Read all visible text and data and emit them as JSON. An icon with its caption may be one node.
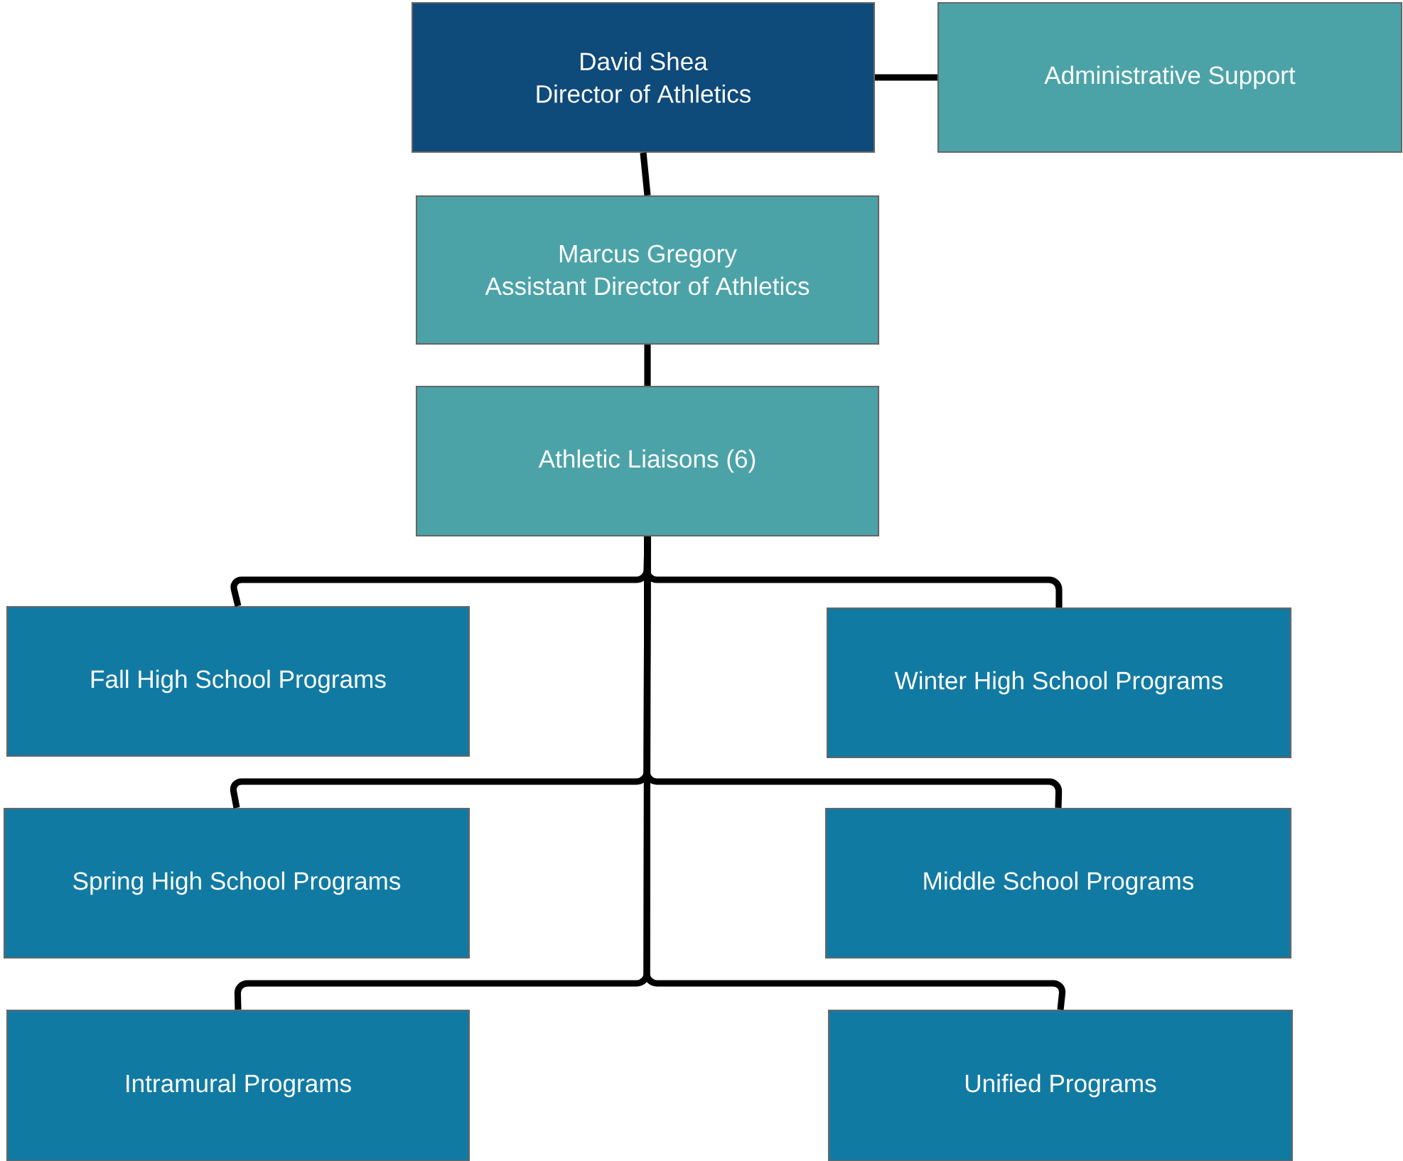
{
  "diagram": {
    "nodes": [
      {
        "text": [
          "David Shea",
          "Director of Athletics"
        ]
      },
      {
        "text": [
          "Administrative Support"
        ]
      },
      {
        "text": [
          "Marcus Gregory",
          "Assistant Director of Athletics"
        ]
      },
      {
        "text": [
          "Athletic Liaisons (6)"
        ]
      },
      {
        "text": [
          "Fall High School Programs"
        ]
      },
      {
        "text": [
          "Winter High School Programs"
        ]
      },
      {
        "text": [
          "Spring High School Programs"
        ]
      },
      {
        "text": [
          "Middle School Programs"
        ]
      },
      {
        "text": [
          "Intramural Programs"
        ]
      },
      {
        "text": [
          "Unified Programs"
        ]
      }
    ],
    "edges": [
      {
        "from": 0,
        "to": 1,
        "arrow": "none"
      },
      {
        "from": 0,
        "to": 2,
        "arrow": "none"
      },
      {
        "from": 2,
        "to": 3,
        "arrow": "none"
      },
      {
        "from": 3,
        "to": 4,
        "arrow": "none"
      },
      {
        "from": 3,
        "to": 5,
        "arrow": "none"
      },
      {
        "from": 3,
        "to": 6,
        "arrow": "none"
      },
      {
        "from": 3,
        "to": 7,
        "arrow": "none"
      },
      {
        "from": 3,
        "to": 8,
        "arrow": "none"
      },
      {
        "from": 3,
        "to": 9,
        "arrow": "none"
      }
    ]
  }
}
